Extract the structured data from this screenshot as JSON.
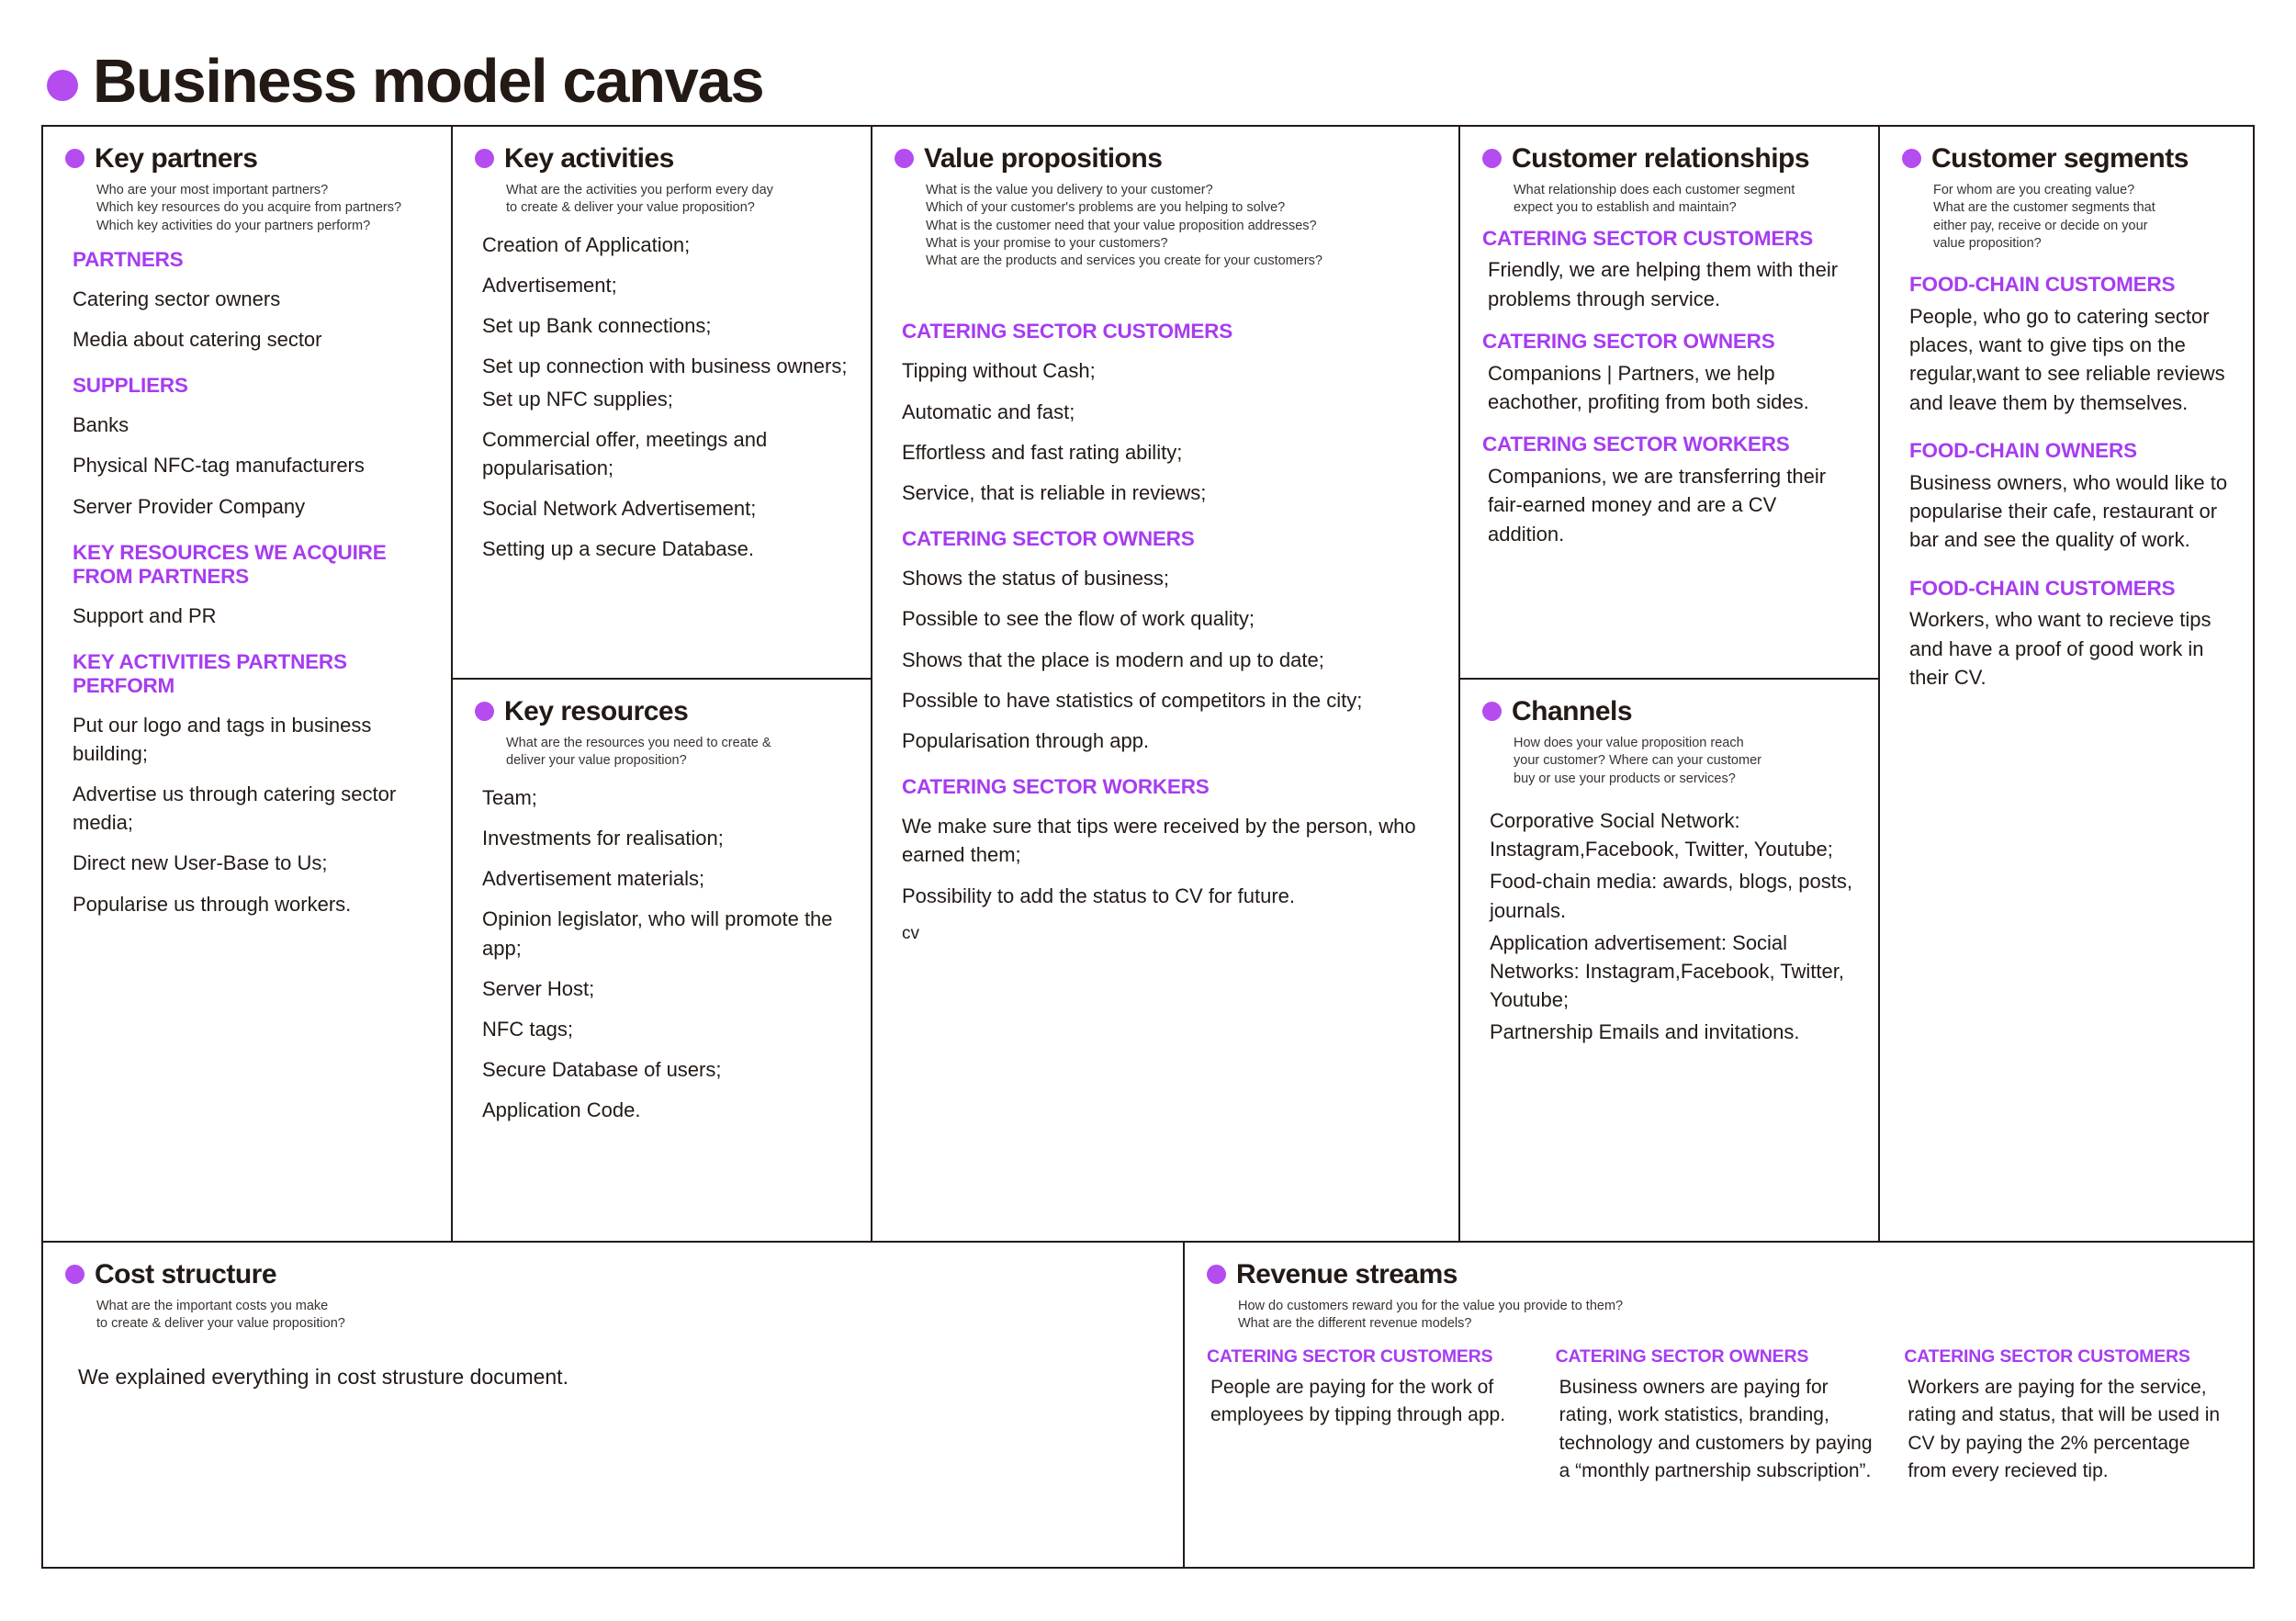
{
  "title": "Business model canvas",
  "accent": "#b44cf0",
  "accent_text": "#a73cf0",
  "ink": "#231a16",
  "blocks": {
    "key_partners": {
      "heading": "Key partners",
      "hint": "Who are your most important partners?\nWhich key resources do you acquire from partners?\nWhich key activities do your partners perform?",
      "groups": [
        {
          "title": "PARTNERS",
          "items": [
            "Catering sector owners",
            "Media about catering sector"
          ]
        },
        {
          "title": "SUPPLIERS",
          "items": [
            "Banks",
            "Physical NFC-tag manufacturers",
            "Server Provider Company"
          ]
        },
        {
          "title": "KEY RESOURCES WE ACQUIRE FROM PARTNERS",
          "items": [
            "Support and PR"
          ]
        },
        {
          "title": "KEY ACTIVITIES PARTNERS PERFORM",
          "items": [
            "Put our logo and tags in business building;",
            "Advertise us through catering sector media;",
            "Direct new User-Base to Us;",
            "Popularise us through workers."
          ]
        }
      ]
    },
    "key_activities": {
      "heading": "Key activities",
      "hint": "What are the activities you perform every day\nto create & deliver your value proposition?",
      "items": [
        "Creation of Application;",
        "Advertisement;",
        "Set up Bank connections;",
        "Set up connection with business owners;",
        "Set up NFC supplies;",
        "Commercial offer, meetings and popularisation;",
        "Social Network Advertisement;",
        "Setting up a secure Database."
      ]
    },
    "key_resources": {
      "heading": "Key resources",
      "hint": "What are the resources you need to create &\ndeliver your value proposition?",
      "items": [
        "Team;",
        "Investments for realisation;",
        "Advertisement materials;",
        "Opinion legislator, who will promote the app;",
        "Server Host;",
        "NFC tags;",
        "Secure Database of users;",
        "Application Code."
      ]
    },
    "value_propositions": {
      "heading": "Value propositions",
      "hint": "What is the value you delivery to your customer?\nWhich of your customer's problems are you helping to solve?\nWhat is the customer need that your value proposition addresses?\nWhat is your promise to your customers?\nWhat are the products and services you create for your customers?",
      "groups": [
        {
          "title": "CATERING SECTOR CUSTOMERS",
          "items": [
            "Tipping without Cash;",
            "Automatic and fast;",
            "Effortless and fast rating ability;",
            "Service, that is reliable in reviews;"
          ]
        },
        {
          "title": "CATERING SECTOR OWNERS",
          "items": [
            "Shows the status of business;",
            "Possible to see the flow of work quality;",
            "Shows that the place is modern and up to date;",
            "Possible to have statistics of competitors in the city;",
            "Popularisation through app."
          ]
        },
        {
          "title": "CATERING SECTOR WORKERS",
          "items": [
            "We make sure that tips were received by the person, who earned them;",
            "Possibility to add the status to CV for future.",
            "cv"
          ]
        }
      ]
    },
    "customer_relationships": {
      "heading": "Customer relationships",
      "hint": "What relationship does each customer segment\nexpect you to establish and maintain?",
      "groups": [
        {
          "title": "CATERING SECTOR CUSTOMERS",
          "items": [
            "Friendly, we are helping them with their problems through service."
          ]
        },
        {
          "title": "CATERING SECTOR OWNERS",
          "items": [
            "Companions |  Partners, we help eachother, profiting from both sides."
          ]
        },
        {
          "title": "CATERING SECTOR WORKERS",
          "items": [
            "Companions, we are transferring their fair-earned money and are a CV addition."
          ]
        }
      ]
    },
    "channels": {
      "heading": "Channels",
      "hint": "How does your value proposition reach\nyour customer? Where can your customer\nbuy or use your products or services?",
      "items": [
        "Corporative Social Network: Instagram,Facebook, Twitter, Youtube;",
        "Food-chain media: awards, blogs, posts, journals.",
        "Application advertisement: Social Networks: Instagram,Facebook, Twitter, Youtube;",
        "Partnership Emails and invitations."
      ]
    },
    "customer_segments": {
      "heading": "Customer segments",
      "hint": "For whom are you creating value?\nWhat are the customer segments that\neither pay, receive or decide on your\nvalue proposition?",
      "groups": [
        {
          "title": "FOOD-CHAIN CUSTOMERS",
          "items": [
            "People, who go to catering sector places, want to give tips on the regular,want to see reliable reviews and leave them by themselves."
          ]
        },
        {
          "title": "FOOD-CHAIN OWNERS",
          "items": [
            "Business owners, who would like to popularise their cafe, restaurant or bar and see the quality of work."
          ]
        },
        {
          "title": "FOOD-CHAIN CUSTOMERS",
          "items": [
            "Workers, who want to recieve tips and have a proof of good work in their CV."
          ]
        }
      ]
    },
    "cost_structure": {
      "heading": "Cost structure",
      "hint": "What are the important costs you make\nto create & deliver your value proposition?",
      "text": "We explained everything in cost strusture document."
    },
    "revenue_streams": {
      "heading": "Revenue streams",
      "hint": "How do customers reward you for the value you provide to them?\nWhat are the different revenue models?",
      "columns": [
        {
          "title": "CATERING SECTOR CUSTOMERS",
          "text": "People are paying for the work of employees by tipping through app."
        },
        {
          "title": "CATERING SECTOR OWNERS",
          "text": "Business owners are paying for rating, work statistics, branding, technology and customers by paying a “monthly partnership subscription”."
        },
        {
          "title": "CATERING SECTOR CUSTOMERS",
          "text": "Workers are paying for the service, rating and status, that will be used in CV by paying the 2% percentage from every recieved tip."
        }
      ]
    }
  }
}
